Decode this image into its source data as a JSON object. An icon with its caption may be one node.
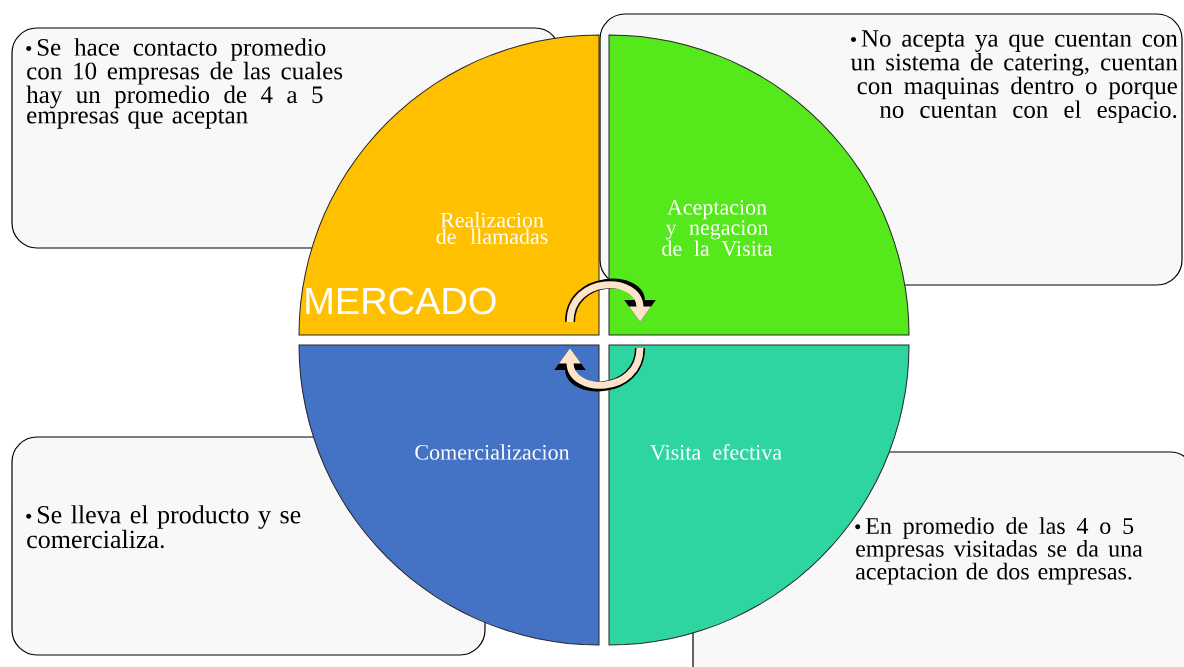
{
  "diagram": {
    "nodes": [
      {
        "text": [
          "Se hace contacto promedio con 10 empresas de las cuales hay un promedio de 4 a 5 empresas que aceptan"
        ]
      },
      {
        "text": [
          "No acepta ya que cuentan con un sistema de catering, cuentan con maquinas dentro o porque no cuentan con el espacio."
        ]
      },
      {
        "text": [
          "Realizacion de llamadas"
        ]
      },
      {
        "text": [
          "Aceptacion y negacion de la Visita"
        ]
      },
      {
        "text": [
          "Comercializacion"
        ]
      },
      {
        "text": [
          "Visita efectiva"
        ]
      },
      {
        "text": [
          "Se lleva el producto y se comercializa."
        ]
      },
      {
        "text": [
          "En promedio de las 4 o 5 empresas visitadas se da una aceptacion de dos empresas."
        ]
      }
    ],
    "edges": [
      {
        "from": 2,
        "to": 3,
        "arrow": "to"
      },
      {
        "from": 5,
        "to": 4,
        "arrow": "to"
      }
    ],
    "labels": [
      "MERCADO"
    ]
  }
}
